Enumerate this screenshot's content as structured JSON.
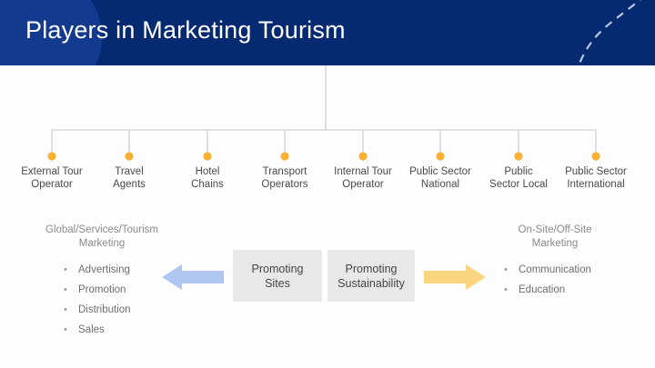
{
  "header": {
    "title": "Players in Marketing Tourism",
    "background_color": "#062a72",
    "title_color": "#ffffff",
    "decor": {
      "circle": "corner-circle-decoration",
      "curve": "dashed-curve-decoration"
    }
  },
  "tree": {
    "dot_color": "#fbb034",
    "line_color": "#d8d8d8",
    "nodes": [
      {
        "line1": "External Tour",
        "line2": "Operator"
      },
      {
        "line1": "Travel",
        "line2": "Agents"
      },
      {
        "line1": "Hotel",
        "line2": "Chains"
      },
      {
        "line1": "Transport",
        "line2": "Operators"
      },
      {
        "line1": "Internal Tour",
        "line2": "Operator"
      },
      {
        "line1": "Public Sector",
        "line2": "National"
      },
      {
        "line1": "Public",
        "line2": "Sector Local"
      },
      {
        "line1": "Public Sector",
        "line2": "International"
      }
    ]
  },
  "bottom": {
    "left": {
      "heading_line1": "Global/Services/Tourism",
      "heading_line2": "Marketing",
      "bullets": [
        "Advertising",
        "Promotion",
        "Distribution",
        "Sales"
      ],
      "arrow_color": "#aec6f0",
      "arrow_direction": "left"
    },
    "right": {
      "heading_line1": "On-Site/Off-Site",
      "heading_line2": "Marketing",
      "bullets": [
        "Communication",
        "Education"
      ],
      "arrow_color": "#fad47e",
      "arrow_direction": "right"
    },
    "boxes": [
      {
        "line1": "Promoting",
        "line2": "Sites",
        "color": "#e8e8e8"
      },
      {
        "line1": "Promoting",
        "line2": "Sustainability",
        "color": "#e8e8e8"
      }
    ]
  }
}
